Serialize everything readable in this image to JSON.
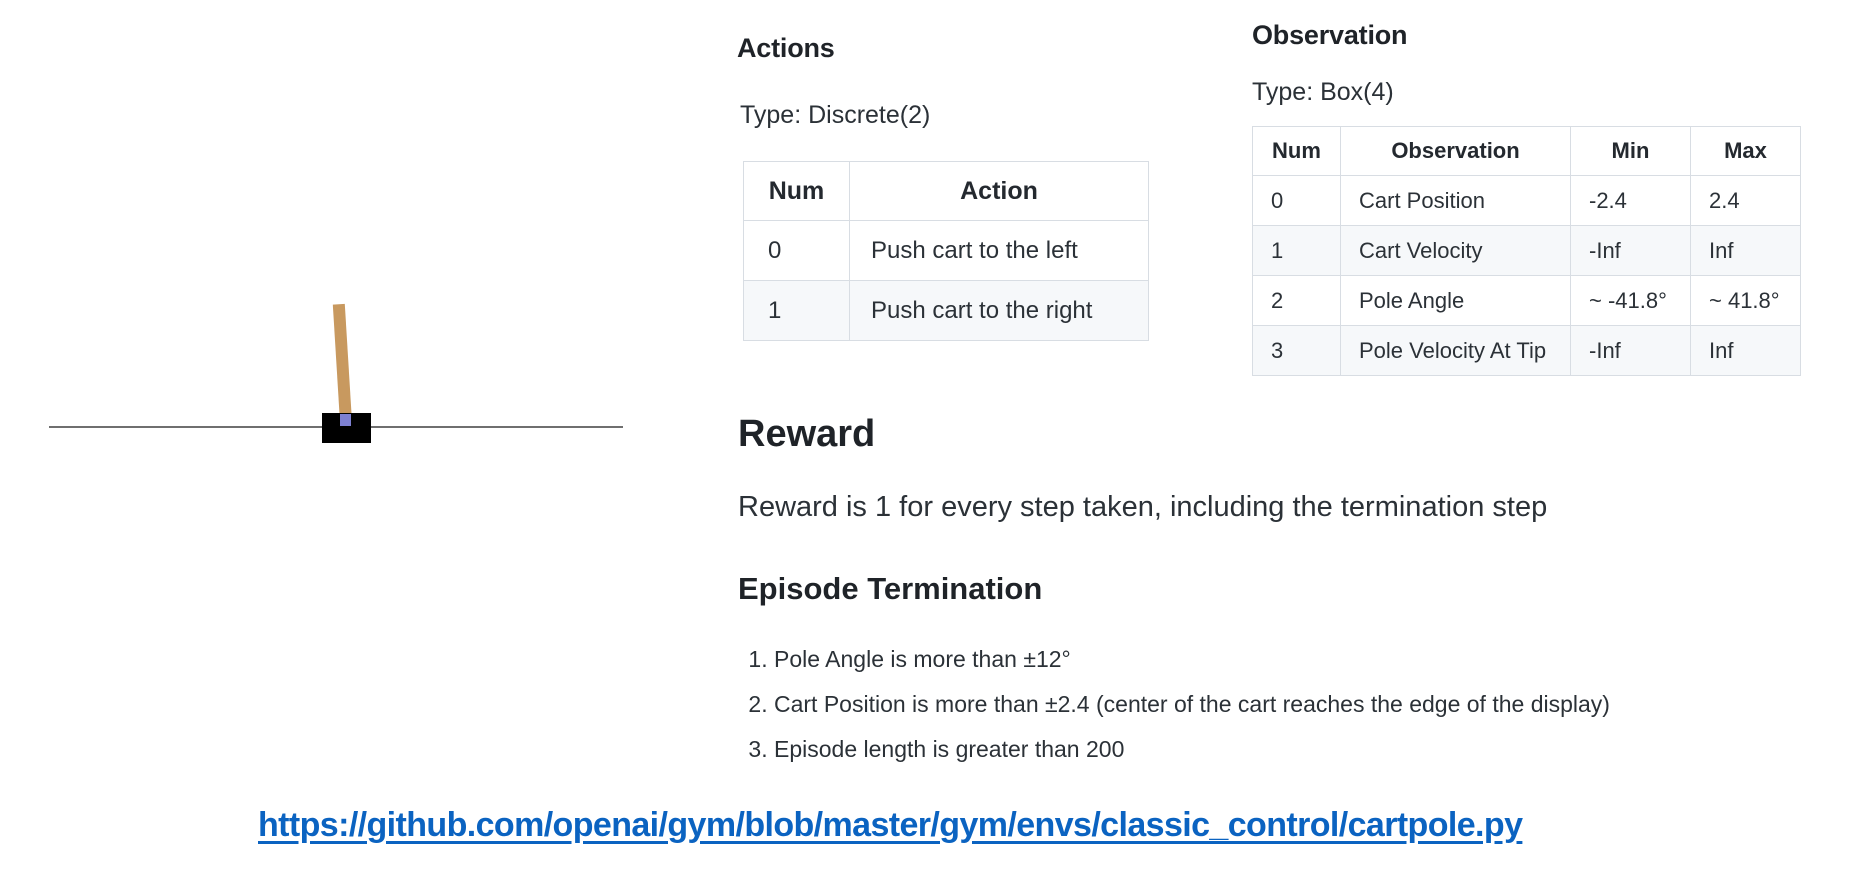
{
  "cartpole": {
    "track_color": "#6f6f6f",
    "cart_color": "#000000",
    "pole_color": "#c8995f",
    "axle_color": "#7d80d1",
    "pole_angle_deg": -3.5
  },
  "actions": {
    "heading": "Actions",
    "type_line": "Type: Discrete(2)",
    "table": {
      "headers": [
        "Num",
        "Action"
      ],
      "rows": [
        [
          "0",
          "Push cart to the left"
        ],
        [
          "1",
          "Push cart to the right"
        ]
      ]
    }
  },
  "observation": {
    "heading": "Observation",
    "type_line": "Type: Box(4)",
    "table": {
      "headers": [
        "Num",
        "Observation",
        "Min",
        "Max"
      ],
      "rows": [
        [
          "0",
          "Cart Position",
          "-2.4",
          "2.4"
        ],
        [
          "1",
          "Cart Velocity",
          "-Inf",
          "Inf"
        ],
        [
          "2",
          "Pole Angle",
          "~ -41.8°",
          "~ 41.8°"
        ],
        [
          "3",
          "Pole Velocity At Tip",
          "-Inf",
          "Inf"
        ]
      ]
    }
  },
  "reward": {
    "heading": "Reward",
    "body": "Reward is 1 for every step taken, including the termination step"
  },
  "episode_termination": {
    "heading": "Episode Termination",
    "items": [
      "Pole Angle is more than ±12°",
      "Cart Position is more than ±2.4 (center of the cart reaches the edge of the display)",
      "Episode length is greater than 200"
    ]
  },
  "footer": {
    "link_text": "https://github.com/openai/gym/blob/master/gym/envs/classic_control/cartpole.py",
    "link_color": "#0b63c1"
  }
}
